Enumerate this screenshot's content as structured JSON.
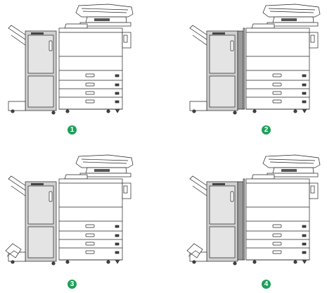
{
  "figures": [
    {
      "label": "1",
      "variant": "base"
    },
    {
      "label": "2",
      "variant": "with-bridge-unit"
    },
    {
      "label": "3",
      "variant": "with-saddle-stitch"
    },
    {
      "label": "4",
      "variant": "with-bridge-and-saddle-stitch"
    }
  ],
  "colors": {
    "badge": "#1ea05a",
    "line": "#222222",
    "panel_gray": "#d0d0d0",
    "bridge_gray": "#9a9a9a"
  }
}
